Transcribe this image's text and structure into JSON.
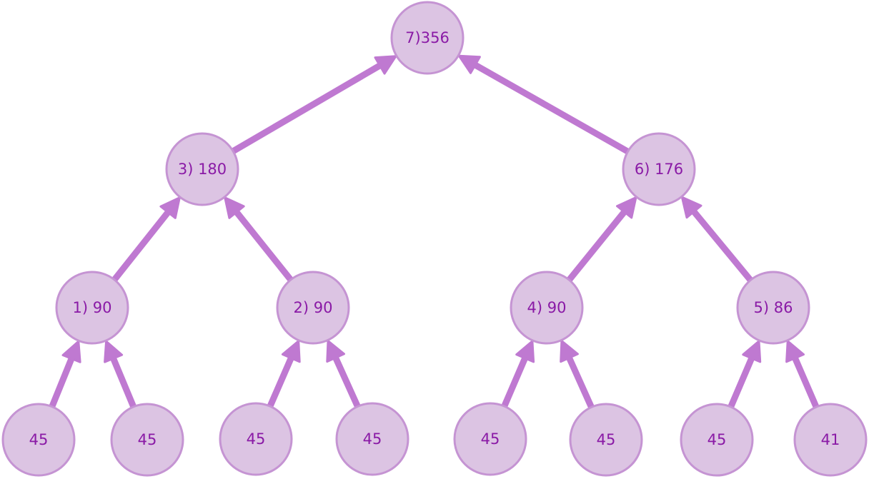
{
  "colors": {
    "node_fill": "#dcc4e3",
    "node_stroke": "#c594d3",
    "edge": "#bf79d1",
    "text": "#8a1aa6"
  },
  "nodes": [
    {
      "id": "root",
      "label": "7)356"
    },
    {
      "id": "n3",
      "label": "3) 180"
    },
    {
      "id": "n6",
      "label": "6) 176"
    },
    {
      "id": "n1",
      "label": "1) 90"
    },
    {
      "id": "n2",
      "label": "2) 90"
    },
    {
      "id": "n4",
      "label": "4) 90"
    },
    {
      "id": "n5",
      "label": "5) 86"
    },
    {
      "id": "leaf1",
      "label": "45"
    },
    {
      "id": "leaf2",
      "label": "45"
    },
    {
      "id": "leaf3",
      "label": "45"
    },
    {
      "id": "leaf4",
      "label": "45"
    },
    {
      "id": "leaf5",
      "label": "45"
    },
    {
      "id": "leaf6",
      "label": "45"
    },
    {
      "id": "leaf7",
      "label": "45"
    },
    {
      "id": "leaf8",
      "label": "41"
    }
  ],
  "edges": [
    {
      "from": "n3",
      "to": "root"
    },
    {
      "from": "n6",
      "to": "root"
    },
    {
      "from": "n1",
      "to": "n3"
    },
    {
      "from": "n2",
      "to": "n3"
    },
    {
      "from": "n4",
      "to": "n6"
    },
    {
      "from": "n5",
      "to": "n6"
    },
    {
      "from": "leaf1",
      "to": "n1"
    },
    {
      "from": "leaf2",
      "to": "n1"
    },
    {
      "from": "leaf3",
      "to": "n2"
    },
    {
      "from": "leaf4",
      "to": "n2"
    },
    {
      "from": "leaf5",
      "to": "n4"
    },
    {
      "from": "leaf6",
      "to": "n4"
    },
    {
      "from": "leaf7",
      "to": "n5"
    },
    {
      "from": "leaf8",
      "to": "n5"
    }
  ]
}
